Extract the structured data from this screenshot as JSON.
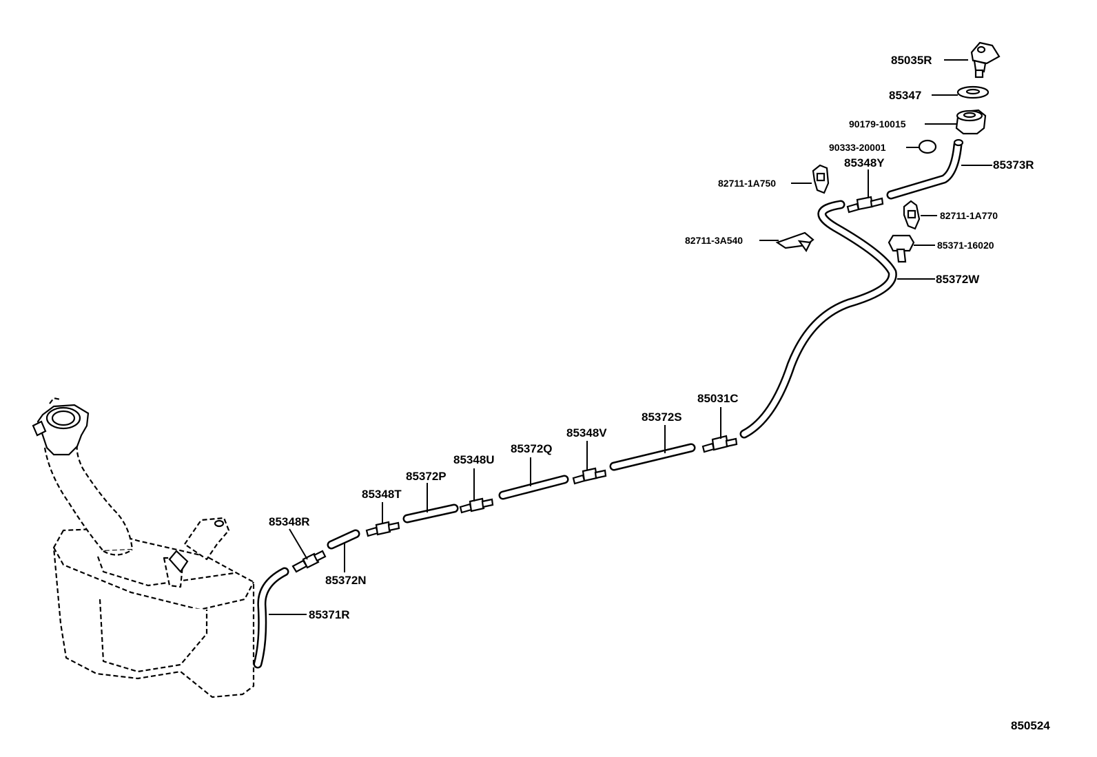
{
  "diagram_code": "850524",
  "labels": {
    "p85035R": "85035R",
    "p85347": "85347",
    "p90179": "90179-10015",
    "p90333": "90333-20001",
    "p85373R": "85373R",
    "p85348Y": "85348Y",
    "p82711_1A750": "82711-1A750",
    "p82711_1A770": "82711-1A770",
    "p82711_3A540": "82711-3A540",
    "p85371_16020": "85371-16020",
    "p85372W": "85372W",
    "p85031C": "85031C",
    "p85372S": "85372S",
    "p85348V": "85348V",
    "p85372Q": "85372Q",
    "p85348U": "85348U",
    "p85372P": "85372P",
    "p85348T": "85348T",
    "p85348R": "85348R",
    "p85372N": "85372N",
    "p85371R": "85371R"
  }
}
